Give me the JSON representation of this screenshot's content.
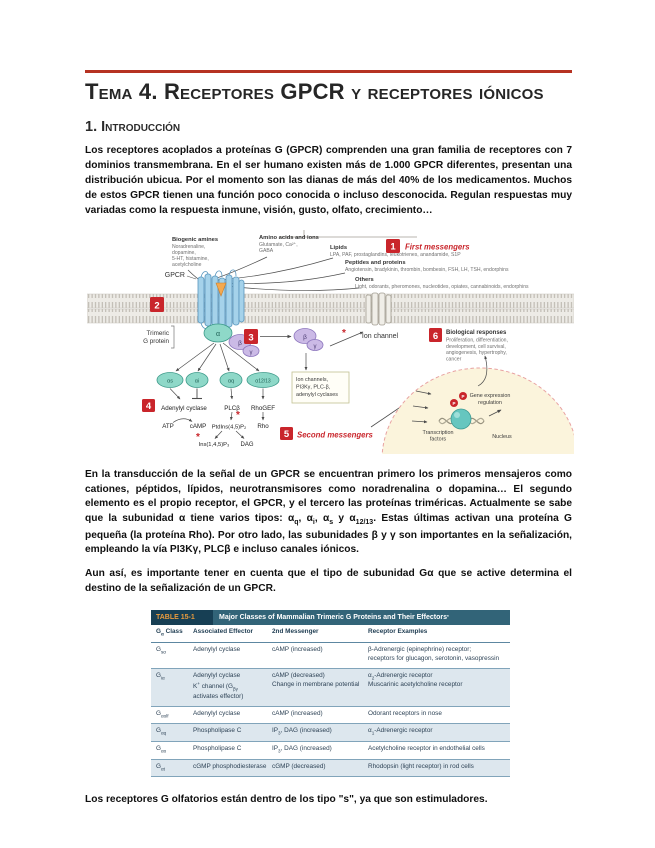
{
  "doc": {
    "title": "Tema 4. Receptores GPCR y receptores iónicos",
    "section": "1. Introducción",
    "p1": "Los receptores acoplados a proteínas G (GPCR) comprenden una gran familia de receptores con 7 dominios transmembrana. En el ser humano existen más de 1.000 GPCR diferentes, presentan una distribución ubicua. Por el momento son las dianas de más del 40% de los medicamentos. Muchos de estos GPCR tienen una función poco conocida o incluso desconocida. Regulan respuestas muy variadas como la respuesta inmune, visión, gusto, olfato, crecimiento…",
    "p2_html": "En la transducción de la señal de un GPCR se encuentran primero los primeros mensajeros como cationes, péptidos, lípidos, neurotransmisores como noradrenalina o dopamina… El segundo elemento es el propio receptor, el GPCR, y el tercero las proteínas triméricas. Actualmente se sabe que la subunidad α tiene varios tipos: α<sub>q</sub>, α<sub>i</sub>, α<sub>s</sub> y α<sub>12/13</sub>. Estas últimas activan una proteína G pequeña (la proteína Rho). Por otro lado, las subunidades β y γ son importantes en la señalización, empleando la vía PI3Kγ, PLCβ e incluso canales iónicos.",
    "p3": "Aun así, es importante tener en cuenta que el tipo de subunidad Gα que se active determina el destino de la señalización de un GPCR.",
    "p4": "Los receptores G olfatorios están dentro de los tipo \"s\", ya que son estimuladores."
  },
  "diagram": {
    "num1": "1",
    "messengers1": "First messengers",
    "biogenic": {
      "title": "Biogenic amines",
      "l1": "Noradrenaline,",
      "l2": "dopamine,",
      "l3": "5-HT, histamine,",
      "l4": "acetylcholine"
    },
    "amino": {
      "title": "Amino acids and ions",
      "l1": "Glutamate, Ca²⁺,",
      "l2": "GABA"
    },
    "lipids": {
      "title": "Lipids",
      "l1": "LPA, PAF, prostaglandins, leukotrienes, anandamide, S1P"
    },
    "peptides": {
      "title": "Peptides and proteins",
      "l1": "Angiotensin, bradykinin, thrombin, bombesin, FSH, LH, TSH, endorphins"
    },
    "others": {
      "title": "Others",
      "l1": "Light, odorants, pheromones, nucleotides, opiates, cannabinoids, endorphins"
    },
    "gpcr_label": "GPCR",
    "num2": "2",
    "trimeric_l1": "Trimeric",
    "trimeric_l2": "G protein",
    "alpha": "α",
    "beta": "β",
    "gamma": "γ",
    "num3": "3",
    "ion_channel": "Ion channel",
    "effector_box": {
      "l1": "Ion channels,",
      "l2": "PI3Kγ, PLC-β,",
      "l3": "adenylyl cyclases"
    },
    "sub_s": "αs",
    "sub_i": "αi",
    "sub_q": "αq",
    "sub_1213": "α12/13",
    "num4": "4",
    "eff_ac": "Adenylyl cyclase",
    "eff_plc": "PLCβ",
    "eff_rho": "RhoGEF",
    "atp": "ATP",
    "camp": "cAMP",
    "ptdins": "PtdIns(4,5)P₂",
    "ins": "Ins(1,4,5)P₃",
    "dag": "DAG",
    "rho": "Rho",
    "num5": "5",
    "messengers2": "Second messengers",
    "num6": "6",
    "bio_title": "Biological responses",
    "bio": {
      "l1": "Proliferation, differentiation,",
      "l2": "development, cell survival,",
      "l3": "angiogenesis, hypertrophy,",
      "l4": "cancer"
    },
    "gene_l1": "Gene expression",
    "gene_l2": "regulation",
    "tf_l1": "Transcription",
    "tf_l2": "factors",
    "nucleus": "Nucleus",
    "phospho": "P",
    "asterisk": "*"
  },
  "table": {
    "tag": "TABLE 15-1",
    "title_html": "Major Classes of Mammalian Trimeric G Proteins and Their Effectors<sup>*</sup>",
    "headers_html": [
      "G<sub>α</sub> Class",
      "Associated Effector",
      "2nd Messenger",
      "Receptor Examples"
    ],
    "rows": [
      {
        "c0": "G<sub>sα</sub>",
        "c1": "Adenylyl cyclase",
        "c2": "cAMP (increased)",
        "c3": "β-Adrenergic (epinephrine) receptor;<br>receptors for glucagon, serotonin, vasopressin"
      },
      {
        "c0": "G<sub>iα</sub>",
        "c1": "Adenylyl cyclase<br>K<sup>+</sup> channel (G<sub>βγ</sub><br>activates effector)",
        "c2": "cAMP (decreased)<br>Change in membrane potential",
        "c3": "α<sub>2</sub>-Adrenergic receptor<br>Muscarinic acetylcholine receptor"
      },
      {
        "c0": "G<sub>αolf</sub>",
        "c1": "Adenylyl cyclase",
        "c2": "cAMP (increased)",
        "c3": "Odorant receptors in nose"
      },
      {
        "c0": "G<sub>αq</sub>",
        "c1": "Phospholipase C",
        "c2": "IP<sub>3</sub>, DAG (increased)",
        "c3": "α<sub>1</sub>-Adrenergic receptor"
      },
      {
        "c0": "G<sub>αo</sub>",
        "c1": "Phospholipase C",
        "c2": "IP<sub>3</sub>, DAG (increased)",
        "c3": "Acetylcholine receptor in endothelial cells"
      },
      {
        "c0": "G<sub>αt</sub>",
        "c1": "cGMP phosphodiesterase",
        "c2": "cGMP (decreased)",
        "c3": "Rhodopsin (light receptor) in rod cells"
      }
    ]
  },
  "colors": {
    "rule_red": "#b63222",
    "accent_red": "#c9252b",
    "table_header_dark": "#173f54",
    "table_header_light": "#326478",
    "table_tag_text": "#e89b3e",
    "table_shaded_row": "#dde7ee",
    "g_alpha_teal": "#8ed8c8",
    "beta_gamma_purple": "#cbbae6",
    "membrane_gray": "#edebe6",
    "cell_cream": "#fbf4dc"
  }
}
